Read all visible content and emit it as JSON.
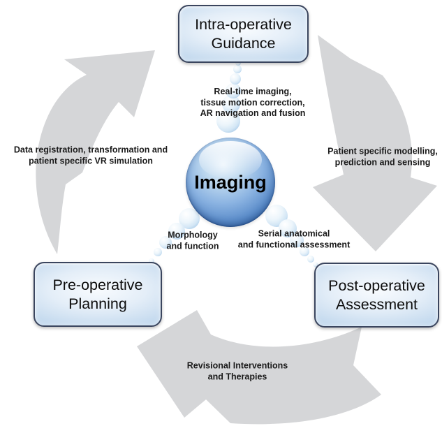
{
  "figure": {
    "center_node": {
      "label": "Imaging"
    },
    "nodes": {
      "intra": {
        "label": "Intra-operative\nGuidance"
      },
      "pre": {
        "label": "Pre-operative\nPlanning"
      },
      "post": {
        "label": "Post-operative\nAssessment"
      }
    },
    "connector_labels": {
      "imaging_intra": "Real-time imaging,\ntissue motion correction,\nAR navigation and fusion",
      "imaging_pre": "Morphology\nand function",
      "imaging_post": "Serial anatomical\nand functional assessment"
    },
    "arrow_labels": {
      "pre_to_intra": "Data registration, transformation and\npatient specific VR simulation",
      "intra_to_post": "Patient specific modelling,\nprediction and sensing",
      "post_to_pre": "Revisional Interventions\nand Therapies"
    },
    "colors": {
      "bg": "#ffffff",
      "arrow_gray": "#d5d6d8",
      "node_border": "#3a455e",
      "node_fill_light": "#f8fbfe",
      "node_fill_dark": "#8db2da",
      "sphere_light": "#eaf4fc",
      "sphere_dark": "#2c60a4",
      "bubble_edge": "#aeceea",
      "text": "#1a1a1a"
    }
  }
}
